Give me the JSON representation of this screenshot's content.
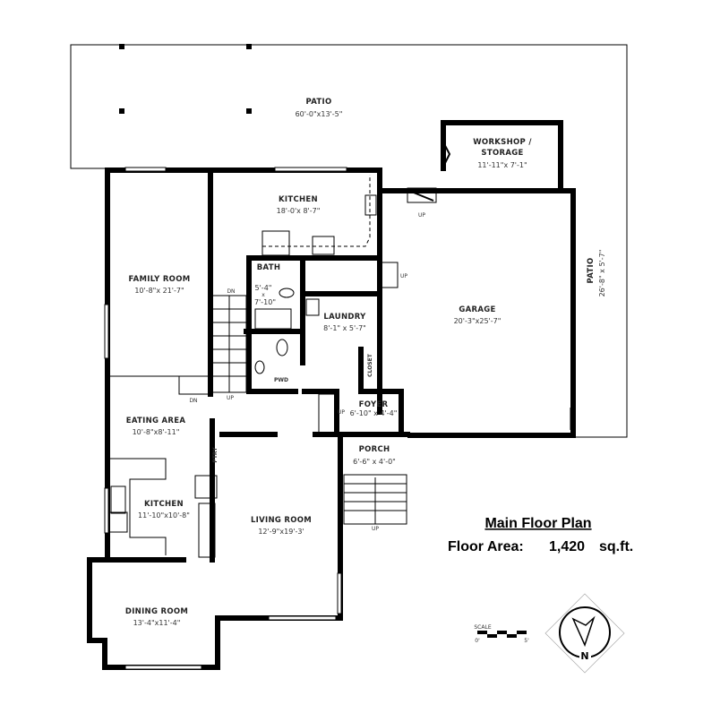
{
  "plan": {
    "title": "Main Floor Plan",
    "floor_area_label": "Floor Area:",
    "floor_area_value": "1,420",
    "floor_area_unit": "sq.ft."
  },
  "rooms": {
    "patio_top": {
      "name": "PATIO",
      "dims": "60'-0\"x13'-5\""
    },
    "workshop": {
      "name_line1": "WORKSHOP /",
      "name_line2": "STORAGE",
      "dims": "11'-11\"x 7'-1\""
    },
    "kitchen_upper": {
      "name": "KITCHEN",
      "dims": "18'-0'x 8'-7\""
    },
    "family_room": {
      "name": "FAMILY ROOM",
      "dims": "10'-8\"x 21'-7\""
    },
    "bath": {
      "name": "BATH",
      "dims_a": "5'-4\"",
      "dims_x": "x",
      "dims_b": "7'-10\""
    },
    "laundry": {
      "name": "LAUNDRY",
      "dims": "8'-1\" x 5'-7\""
    },
    "pwd": {
      "name": "PWD"
    },
    "closet": {
      "name": "CLOSET"
    },
    "garage": {
      "name": "GARAGE",
      "dims": "20'-3\"x25'-7\""
    },
    "patio_side": {
      "name": "PATIO",
      "dims": "26'-8\" x 5'-7\""
    },
    "foyer": {
      "name": "FOYER",
      "dims": "6'-10\" x 4'-4\""
    },
    "eating_area": {
      "name": "EATING AREA",
      "dims": "10'-8\"x8'-11\""
    },
    "pantry": {
      "name": "PTRY"
    },
    "kitchen_lower": {
      "name": "KITCHEN",
      "dims": "11'-10\"x10'-8\""
    },
    "living_room": {
      "name": "LIVING ROOM",
      "dims": "12'-9\"x19'-3'"
    },
    "porch": {
      "name": "PORCH",
      "dims": "6'-6\" x 4'-0\""
    },
    "dining_room": {
      "name": "DINING ROOM",
      "dims": "13'-4\"x11'-4\""
    }
  },
  "stairs": {
    "dn": "DN",
    "up": "UP"
  },
  "scale": {
    "label": "SCALE",
    "start": "0'",
    "end": "5'"
  },
  "compass": {
    "label": "N",
    "icon": "north-arrow-icon"
  }
}
